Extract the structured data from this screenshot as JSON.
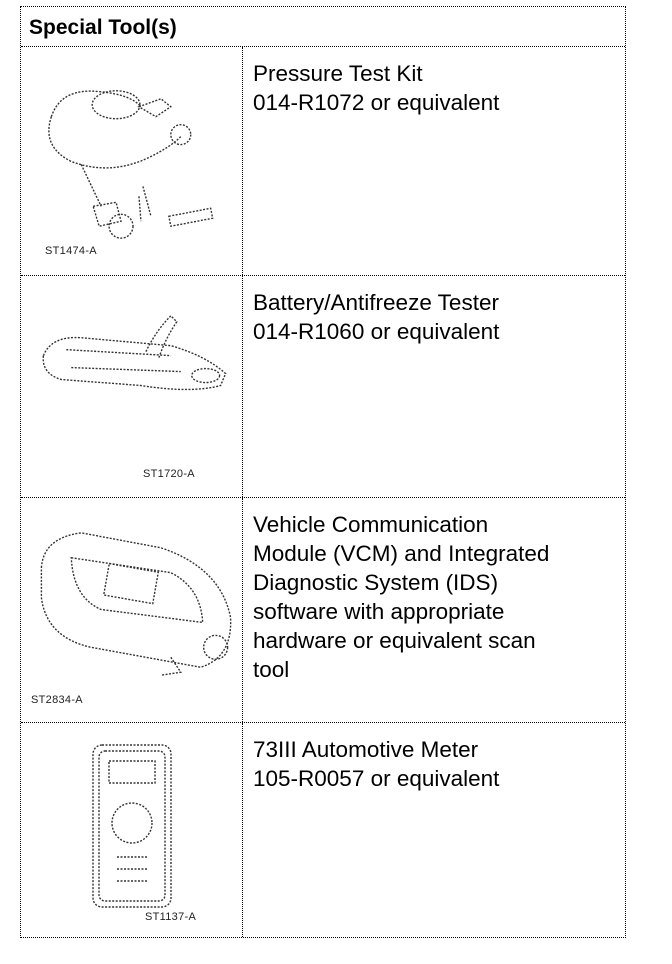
{
  "title": "Special Tool(s)",
  "tools": [
    {
      "image_code": "ST1474-A",
      "lines": [
        "Pressure Test Kit",
        "014-R1072 or equivalent"
      ]
    },
    {
      "image_code": "ST1720-A",
      "lines": [
        "Battery/Antifreeze Tester",
        "014-R1060 or equivalent"
      ]
    },
    {
      "image_code": "ST2834-A",
      "lines": [
        "Vehicle Communication",
        "Module (VCM) and Integrated",
        "Diagnostic System (IDS)",
        "software with appropriate",
        "hardware or equivalent scan",
        "tool"
      ]
    },
    {
      "image_code": "ST1137-A",
      "lines": [
        "73III Automotive Meter",
        "105-R0057 or equivalent"
      ]
    }
  ]
}
